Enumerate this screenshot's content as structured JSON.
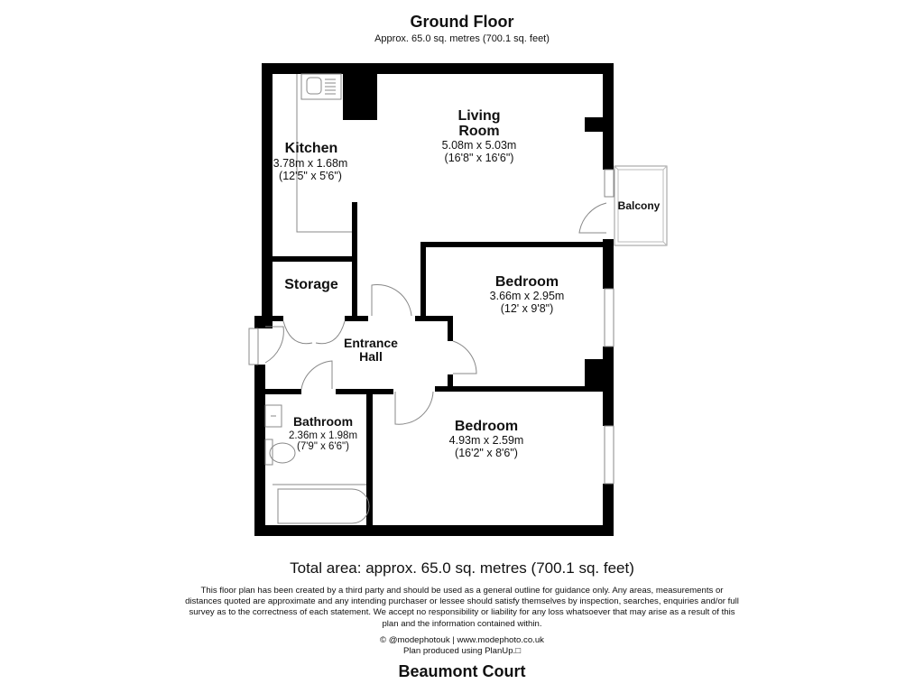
{
  "header": {
    "title": "Ground Floor",
    "subtitle": "Approx. 65.0 sq. metres (700.1 sq. feet)"
  },
  "rooms": {
    "kitchen": {
      "name": "Kitchen",
      "metric": "3.78m x 1.68m",
      "imperial": "(12'5\" x 5'6\")"
    },
    "living_room": {
      "name_line1": "Living",
      "name_line2": "Room",
      "metric": "5.08m x 5.03m",
      "imperial": "(16'8\" x 16'6\")"
    },
    "balcony": {
      "name": "Balcony"
    },
    "storage": {
      "name": "Storage"
    },
    "entrance_hall": {
      "name_line1": "Entrance",
      "name_line2": "Hall"
    },
    "bedroom_1": {
      "name": "Bedroom",
      "metric": "3.66m x 2.95m",
      "imperial": "(12' x 9'8\")"
    },
    "bathroom": {
      "name": "Bathroom",
      "metric": "2.36m x 1.98m",
      "imperial": "(7'9\" x 6'6\")"
    },
    "bedroom_2": {
      "name": "Bedroom",
      "metric": "4.93m x 2.59m",
      "imperial": "(16'2\" x 8'6\")"
    }
  },
  "footer": {
    "total_area": "Total area: approx. 65.0 sq. metres (700.1 sq. feet)",
    "disclaimer_lines": [
      "This floor plan has been created by a third party and should be used as a general outline for guidance only. Any areas, measurements or",
      "distances quoted are approximate and any intending purchaser or lessee should satisfy themselves by inspection, searches, enquiries and/or full",
      "survey as to the correctness of each statement. We accept no responsibility or liability for any loss whatsoever that may arise as a result of this",
      "plan and the information contained within."
    ],
    "credit_line1": "© @modephotouk | www.modephoto.co.uk",
    "credit_line2": "Plan produced using PlanUp.□",
    "property_name": "Beaumont Court"
  },
  "colors": {
    "wall": "#000000",
    "fixture_line": "#888888",
    "background": "#ffffff"
  }
}
